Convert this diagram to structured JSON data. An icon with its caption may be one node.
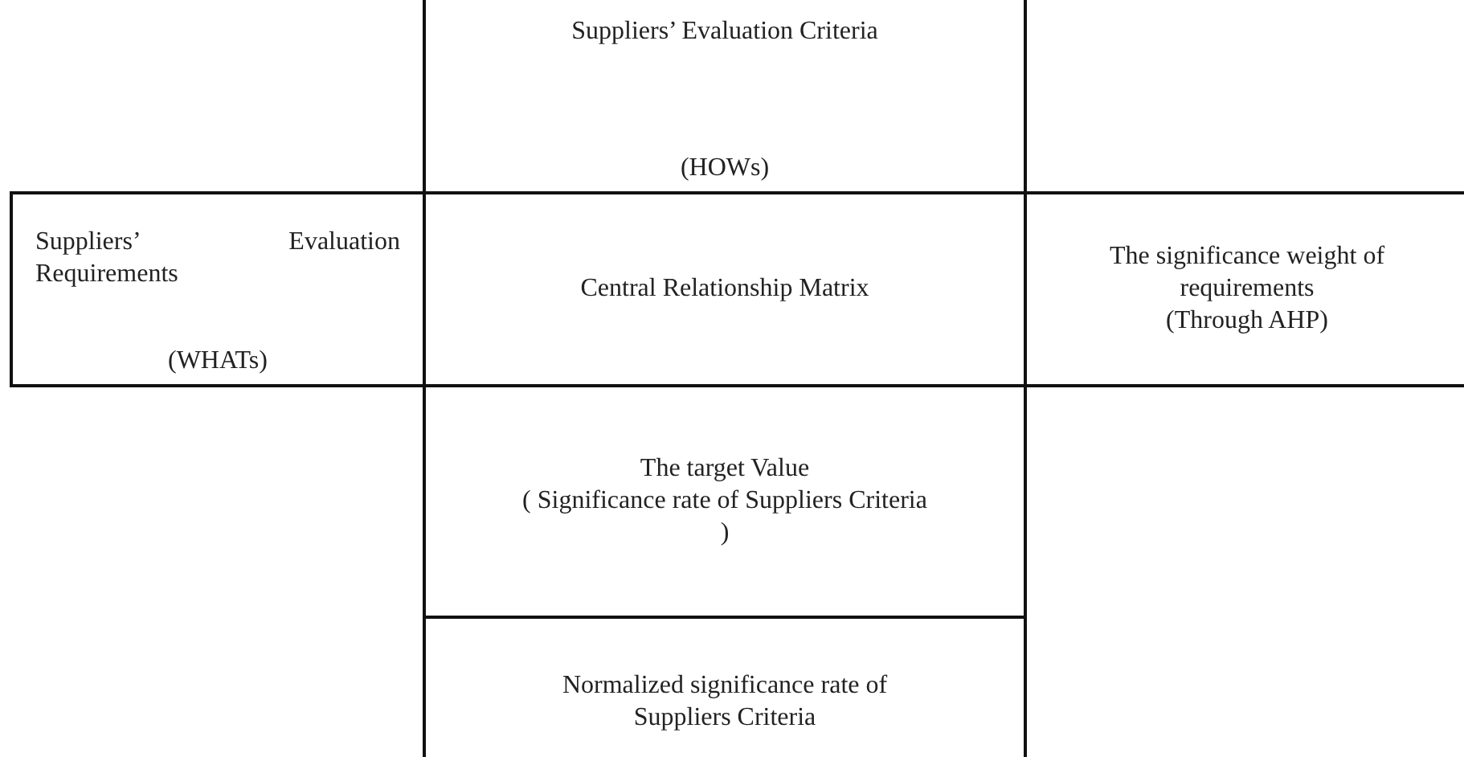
{
  "diagram": {
    "nodes": [
      {
        "text": [
          "Suppliers’ Evaluation Criteria",
          "(HOWs)"
        ]
      },
      {
        "text": [
          "Suppliers’ Evaluation Requirements",
          "(WHATs)"
        ]
      },
      {
        "text": [
          "Central Relationship Matrix"
        ]
      },
      {
        "text": [
          "The significance weight of requirements",
          "(Through AHP)"
        ]
      },
      {
        "text": [
          "The target Value",
          "( Significance rate of Suppliers Criteria )"
        ]
      },
      {
        "text": [
          "Normalized significance rate of Suppliers Criteria"
        ]
      }
    ]
  }
}
